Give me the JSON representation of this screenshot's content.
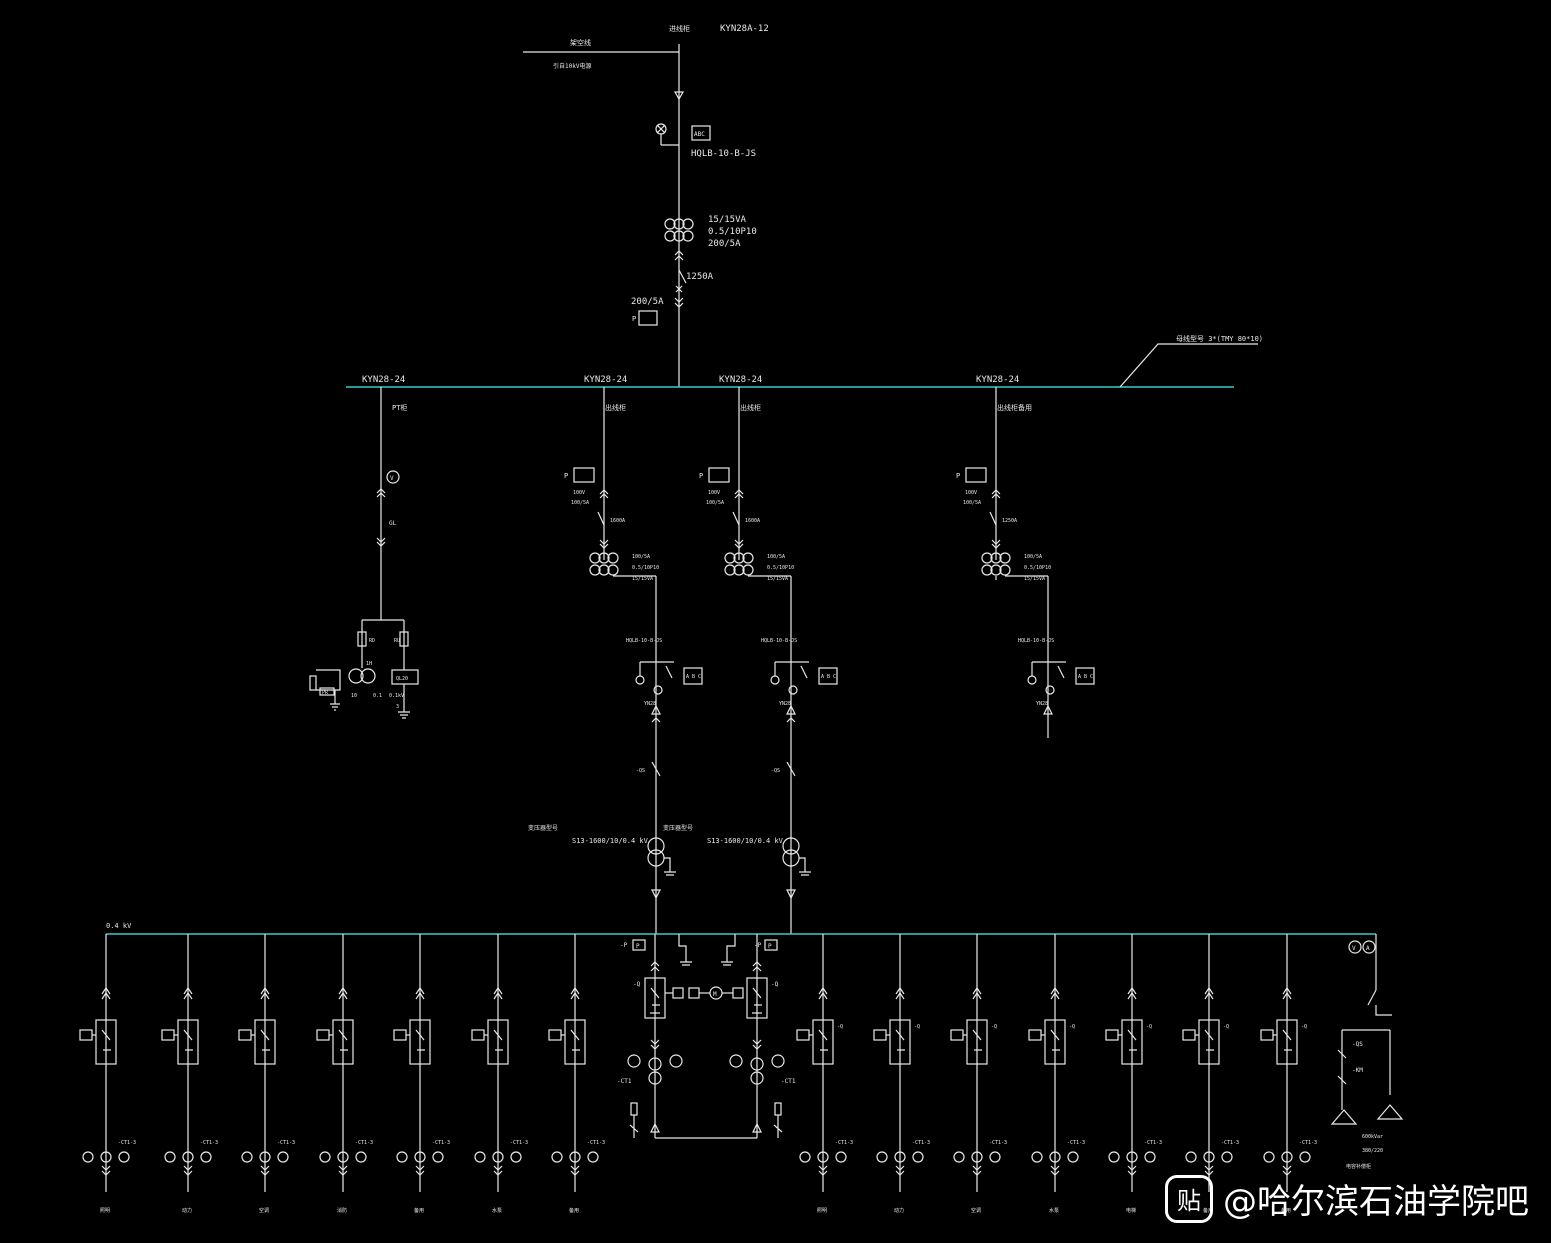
{
  "incoming": {
    "cabinet": "KYN28A-12",
    "feeder_label": "进线柜",
    "source_line": "架空线",
    "source_note": "引自10kV电源",
    "meter_ct": "HQLB-10-B-JS",
    "ct_spec": [
      "15/15VA",
      "0.5/10P10",
      "200/5A"
    ],
    "breaker": "1250A",
    "pt_ratio": "200/5A",
    "meter": "P"
  },
  "busbar_hv": {
    "label": "母线型号 3*(TMY 80*10)"
  },
  "panels": [
    {
      "id": "pt",
      "cabinet": "KYN28-24",
      "name": "PT柜",
      "fuse": "GL",
      "meter": "V",
      "tx_labels": [
        "RD",
        "RU",
        "1H",
        "PR",
        "QL20"
      ],
      "small": [
        "10",
        "0.1",
        "0.1kV",
        "3"
      ]
    },
    {
      "id": "f1",
      "cabinet": "KYN28-24",
      "name": "出线柜",
      "meter": "P",
      "v": "100V",
      "ct": "100/5A",
      "breaker": "1600A",
      "ct_spec": [
        "100/5A",
        "0.5/10P10",
        "15/15VA"
      ],
      "meter_ct": "HQLB-10-B-JS",
      "abc": "A B C",
      "sub": "YN28",
      "ds": "-QS",
      "tx_name": "变压器型号",
      "tx_spec": "S13-1600/10/0.4 kV"
    },
    {
      "id": "f2",
      "cabinet": "KYN28-24",
      "name": "出线柜",
      "meter": "P",
      "v": "100V",
      "ct": "100/5A",
      "breaker": "1600A",
      "ct_spec": [
        "100/5A",
        "0.5/10P10",
        "15/15VA"
      ],
      "meter_ct": "HQLB-10-B-JS",
      "abc": "A B C",
      "sub": "YN28",
      "ds": "-QS",
      "tx_name": "变压器型号",
      "tx_spec": "S13-1600/10/0.4 kV"
    },
    {
      "id": "sp",
      "cabinet": "KYN28-24",
      "name": "出线柜备用",
      "meter": "P",
      "v": "100V",
      "ct": "100/5A",
      "breaker": "1250A",
      "ct_spec": [
        "100/5A",
        "0.5/10P10",
        "15/15VA"
      ],
      "meter_ct": "HQLB-10-B-JS",
      "abc": "A B C",
      "sub": "YN28"
    }
  ],
  "lv": {
    "bus_label": "0.4 kV",
    "meter_p": "P",
    "meter_v": "V",
    "meter_a": "A",
    "motor": "M",
    "ct_label": "-CT1",
    "q_label": "-Q",
    "cap_labels": [
      "-QS",
      "-KM"
    ],
    "cap_rating": "600kVar",
    "cap_volt": "380/220",
    "cap_name": "电容补偿柜",
    "feeder_ct": "-CT1-3",
    "feeder_names": [
      "照明",
      "动力",
      "空调",
      "消防",
      "备用",
      "水泵",
      "备用",
      "照明",
      "动力",
      "空调",
      "水泵",
      "电梯",
      "备用",
      "备用",
      "备用"
    ]
  },
  "watermark": {
    "logo": "贴",
    "text": "@哈尔滨石油学院吧"
  }
}
